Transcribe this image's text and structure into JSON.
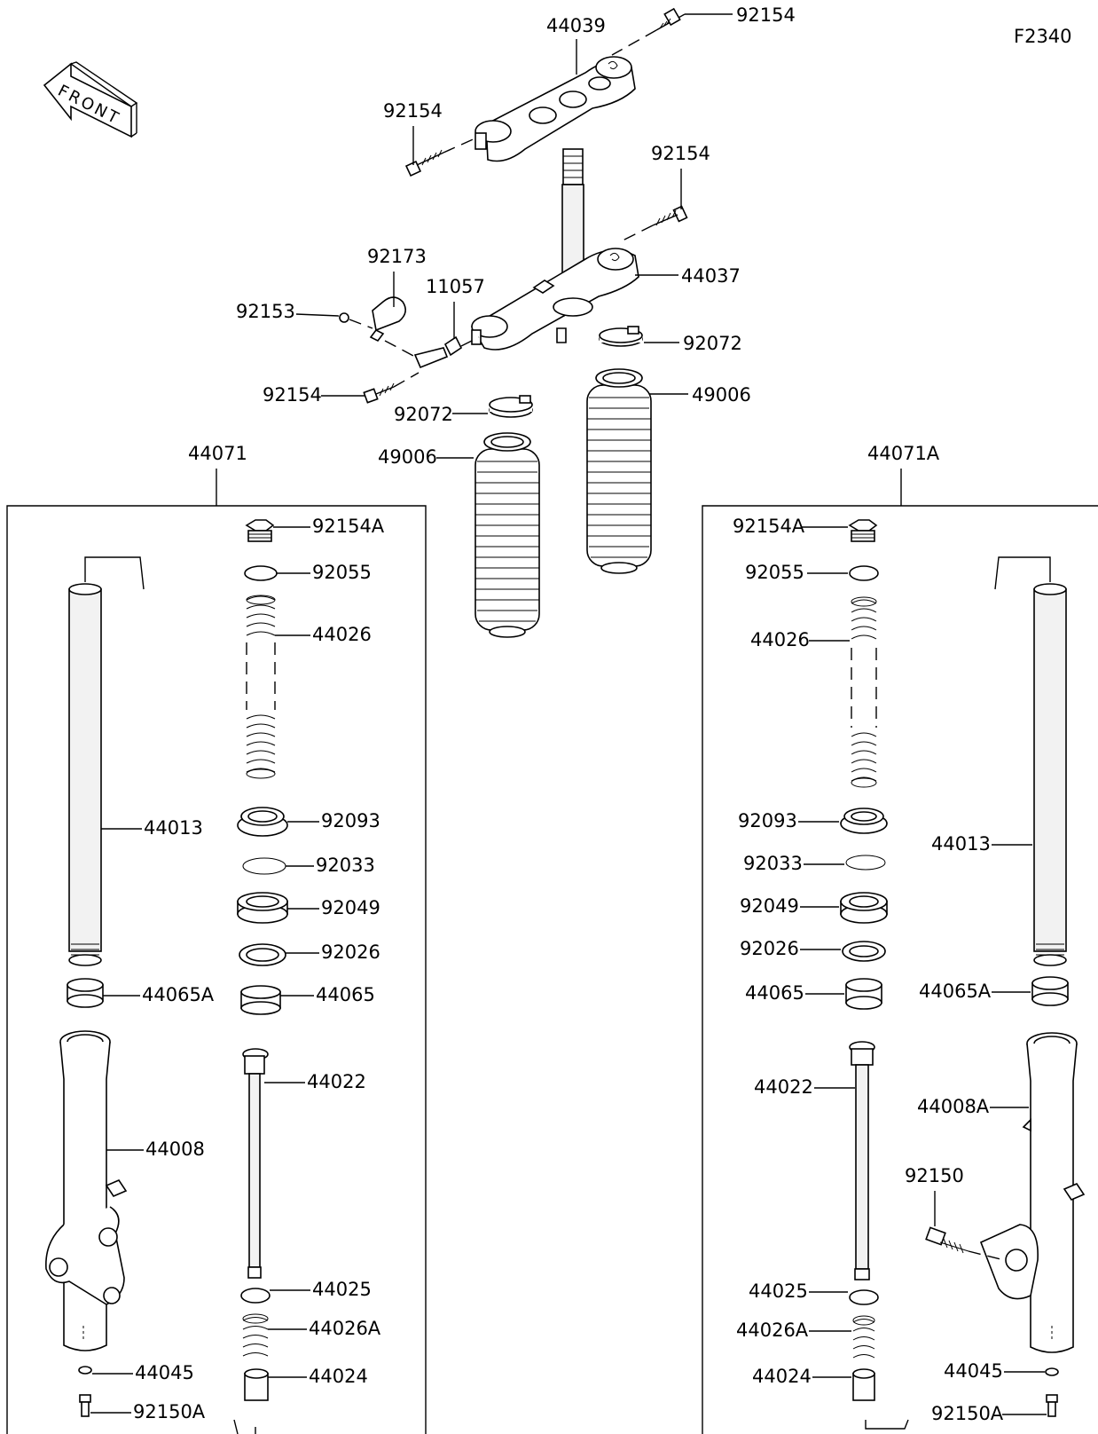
{
  "figure_code": "F2340",
  "front_arrow_text": "FRONT",
  "labels": {
    "l44039": "44039",
    "l92154_top": "92154",
    "l92154_left": "92154",
    "l92154_right": "92154",
    "l92173": "92173",
    "l11057": "11057",
    "l92153": "92153",
    "l44037": "44037",
    "l92072_r": "92072",
    "l92154_low": "92154",
    "l49006_r": "49006",
    "l92072_l": "92072",
    "l49006_l": "49006",
    "l44071": "44071",
    "l44071A": "44071A",
    "L_92154A": "92154A",
    "L_92055": "92055",
    "L_44026": "44026",
    "L_44013": "44013",
    "L_92093": "92093",
    "L_92033": "92033",
    "L_92049": "92049",
    "L_92026": "92026",
    "L_44065A": "44065A",
    "L_44065": "44065",
    "L_44022": "44022",
    "L_44008": "44008",
    "L_44025": "44025",
    "L_44026A": "44026A",
    "L_44045": "44045",
    "L_44024": "44024",
    "L_92150A": "92150A",
    "R_92154A": "92154A",
    "R_92055": "92055",
    "R_44026": "44026",
    "R_92093": "92093",
    "R_44013": "44013",
    "R_92033": "92033",
    "R_92049": "92049",
    "R_92026": "92026",
    "R_44065": "44065",
    "R_44065A": "44065A",
    "R_44022": "44022",
    "R_44008A": "44008A",
    "R_92150": "92150",
    "R_44025": "44025",
    "R_44026A": "44026A",
    "R_44024": "44024",
    "R_44045": "44045",
    "R_92150A": "92150A"
  }
}
